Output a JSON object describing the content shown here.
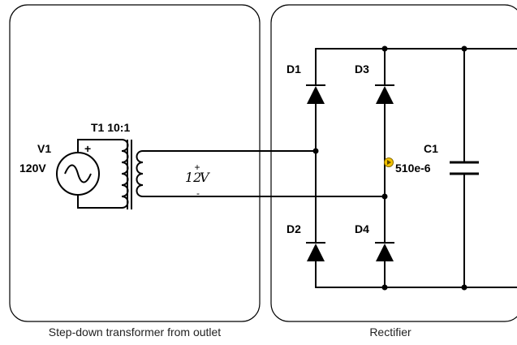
{
  "panels": {
    "left_caption": "Step-down transformer from outlet",
    "right_caption": "Rectifier"
  },
  "source": {
    "name": "V1",
    "value": "120V",
    "plus": "+"
  },
  "transformer": {
    "label": "T1 10:1"
  },
  "secondary": {
    "voltage_value": "12",
    "voltage_unit": "V",
    "plus": "+",
    "minus": "-"
  },
  "diodes": {
    "d1": "D1",
    "d2": "D2",
    "d3": "D3",
    "d4": "D4"
  },
  "capacitor": {
    "name": "C1",
    "value": "510e-6"
  },
  "colors": {
    "wire": "#000000",
    "probe": "#f2c200"
  }
}
